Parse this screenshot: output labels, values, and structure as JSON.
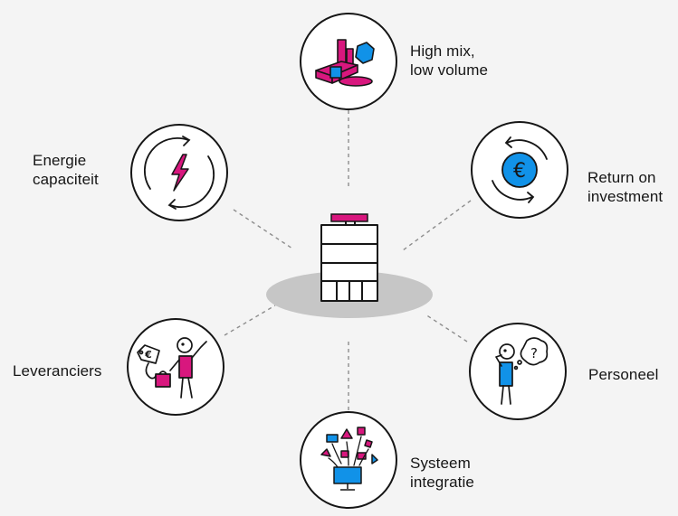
{
  "colors": {
    "background": "#f4f4f4",
    "magenta": "#d8177e",
    "blue": "#1192e8",
    "ink": "#161616",
    "platform": "#c6c6c6"
  },
  "center": {
    "icon": "factory-building-icon"
  },
  "nodes": {
    "high_mix": {
      "icon": "product-variety-icon",
      "label_line1": "High mix,",
      "label_line2": "low volume"
    },
    "roi": {
      "icon": "euro-cycle-icon",
      "label_line1": "Return on",
      "label_line2": "investment"
    },
    "personeel": {
      "icon": "thinking-person-icon",
      "label_line1": "Personeel"
    },
    "systeem": {
      "icon": "system-integration-icon",
      "label_line1": "Systeem",
      "label_line2": "integratie"
    },
    "leveranciers": {
      "icon": "supplier-person-icon",
      "label_line1": "Leveranciers"
    },
    "energie": {
      "icon": "energy-cycle-icon",
      "label_line1": "Energie",
      "label_line2": "capaciteit"
    }
  }
}
